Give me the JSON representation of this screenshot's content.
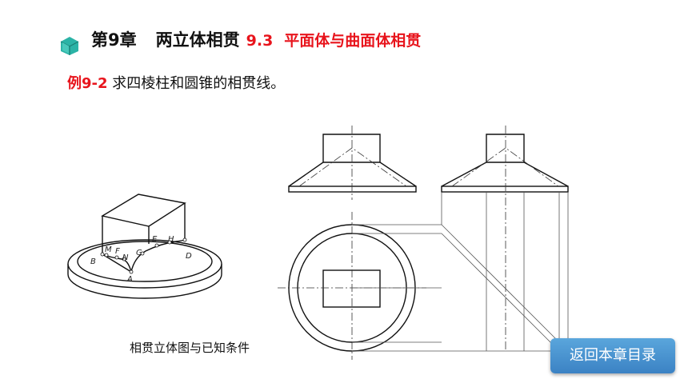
{
  "header": {
    "chapter": "第9章",
    "chapter_name": "两立体相贯",
    "section_number": "9.3",
    "section_name": "平面体与曲面体相贯"
  },
  "example": {
    "number": "例9-2",
    "text": "求四棱柱和圆锥的相贯线。"
  },
  "figure": {
    "point_labels": {
      "M": "M",
      "F": "F",
      "N": "N",
      "B": "B",
      "G": "G",
      "E": "E",
      "H": "H",
      "D": "D",
      "A": "A"
    },
    "caption": "相贯立体图与已知条件"
  },
  "nav": {
    "back_label": "返回本章目录"
  },
  "colors": {
    "accent_red": "#e8141c",
    "button_blue": "#4a90d0",
    "icon_teal": "#2bb3a6"
  }
}
